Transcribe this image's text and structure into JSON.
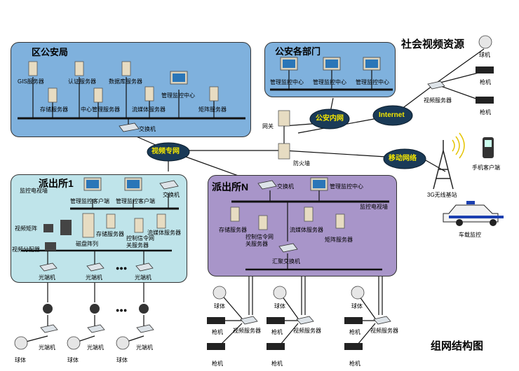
{
  "district": {
    "title": "区公安局",
    "gis": "GIS服务器",
    "auth": "认证服务器",
    "db": "数据库服务器",
    "mgmt": "管理监控中心",
    "storage": "存储服务器",
    "center_mgmt": "中心管理服务器",
    "stream": "流媒体服务器",
    "matrix": "矩阵服务器",
    "switch": "交换机"
  },
  "depts": {
    "title": "公安各部门",
    "c1": "管理监控中心",
    "c2": "管理监控中心",
    "c3": "管理监控中心"
  },
  "core": {
    "gateway": "网关",
    "firewall": "防火墙",
    "police_net": "公安内网",
    "internet": "Internet",
    "video_net": "视频专网",
    "mobile_net": "移动网络"
  },
  "social": {
    "title": "社会视频资源",
    "dome": "球机",
    "gun1": "枪机",
    "gun2": "枪机",
    "video_server": "视频服务器"
  },
  "mobile": {
    "phone": "手机客户端",
    "tower": "3G无线基站",
    "car": "车载监控"
  },
  "p1": {
    "title": "派出所1",
    "tv_wall": "监控电视墙",
    "matrix": "视频矩阵",
    "splitter": "视频分配器",
    "disk": "磁盘阵列",
    "client1": "管理监控客户端",
    "client2": "管理监控客户端",
    "storage": "存储服务器",
    "signal": "控制信令网关服务器",
    "stream": "流媒体服务器",
    "switch": "交换机",
    "optical1": "光端机",
    "optical2": "光端机",
    "optical3": "光端机",
    "dots1": "●●●",
    "dots2": "●●●",
    "bottom_optical1": "光端机",
    "bottom_optical2": "光端机",
    "bottom_optical3": "光端机",
    "dome1": "球体",
    "dome2": "球体",
    "dome3": "球体"
  },
  "pn": {
    "title": "派出所N",
    "switch": "交换机",
    "mgmt": "管理监控中心",
    "tv_wall": "监控电视墙",
    "storage": "存储服务器",
    "signal": "控制信令网关服务器",
    "stream": "流媒体服务器",
    "matrix": "矩阵服务器",
    "agg_switch": "汇聚交换机"
  },
  "field": {
    "dome1": "球体",
    "dome2": "球体",
    "dome3": "球体",
    "gun1": "枪机",
    "gun2": "枪机",
    "gun3": "枪机",
    "gun4": "枪机",
    "gun5": "枪机",
    "gun6": "枪机",
    "vs1": "视频服务器",
    "vs2": "视频服务器",
    "vs3": "视频服务器"
  },
  "footer": {
    "caption": "组网结构图"
  }
}
